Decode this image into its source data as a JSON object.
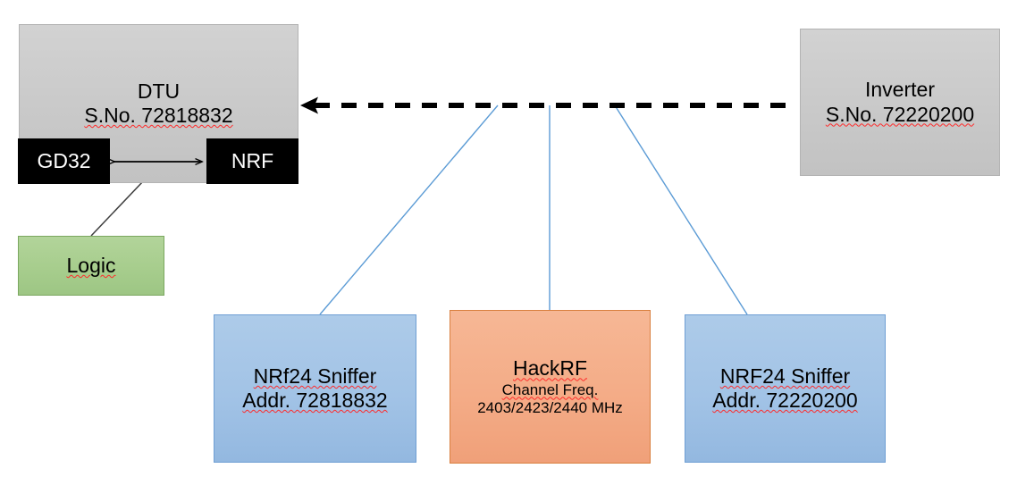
{
  "diagram": {
    "title_present": false,
    "nodes": {
      "dtu": {
        "label": "DTU",
        "serial": "S.No. 72818832",
        "fill": "#c9c9c9",
        "stroke": "#b3b3b3"
      },
      "gd32": {
        "label": "GD32",
        "fill": "#000000",
        "text_color": "#ffffff"
      },
      "nrf": {
        "label": "NRF",
        "fill": "#000000",
        "text_color": "#ffffff"
      },
      "logic": {
        "label": "Logic",
        "fill": "#a7cd8d",
        "stroke": "#7ba860"
      },
      "inverter": {
        "label": "Inverter",
        "serial": "S.No. 72220200",
        "fill": "#c9c9c9",
        "stroke": "#b3b3b3"
      },
      "sniffer_left": {
        "label": "NRf24 Sniffer",
        "address": "Addr. 72818832",
        "fill": "#a2c3e6",
        "stroke": "#6f9fd4"
      },
      "hackrf": {
        "label": "HackRF",
        "subtitle": "Channel Freq.",
        "frequencies": "2403/2423/2440 MHz",
        "channel_freq_mhz": [
          2403,
          2423,
          2440
        ],
        "fill": "#f4ac87",
        "stroke": "#d9803f"
      },
      "sniffer_right": {
        "label": "NRF24 Sniffer",
        "address": "Addr. 72220200",
        "fill": "#a2c3e6",
        "stroke": "#6f9fd4"
      }
    },
    "connectors": {
      "rf_link": {
        "name": "dtu-inverter-rf-link",
        "style": "dashed",
        "arrowheads": "both",
        "color": "#000000"
      },
      "gd32_nrf_bus": {
        "name": "gd32-nrf-spi-bus",
        "style": "solid",
        "arrowheads": "both",
        "color": "#000000"
      },
      "logic_probe": {
        "name": "logic-analyzer-probe",
        "style": "solid",
        "arrowheads": "none",
        "color": "#3f3f3f"
      },
      "tap_lines": {
        "name": "sniffer-tap-lines",
        "style": "solid",
        "arrowheads": "none",
        "color": "#5b9bd5"
      }
    }
  }
}
